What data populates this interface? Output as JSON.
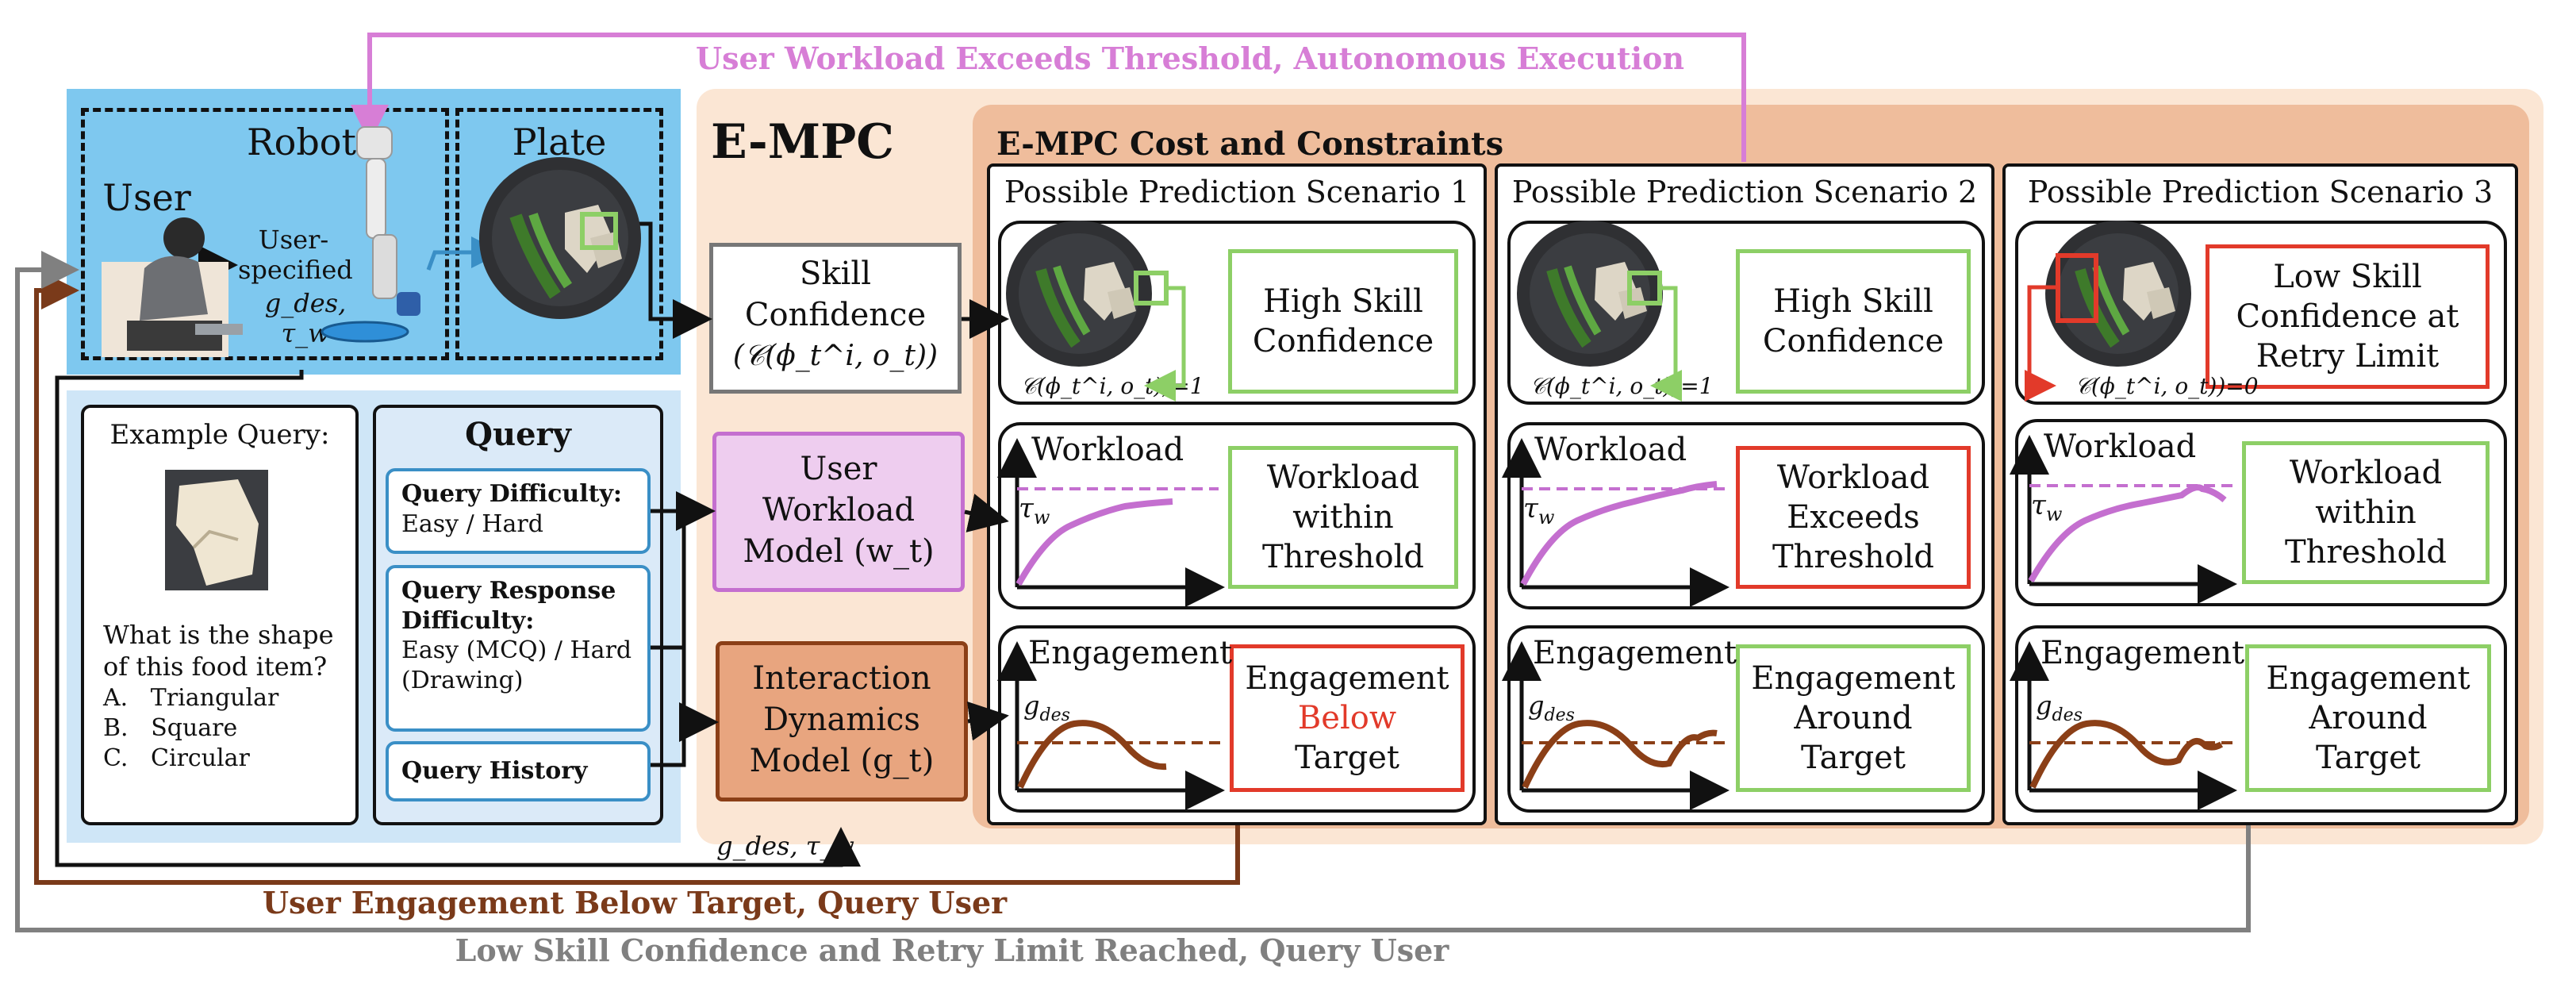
{
  "feedback_top": "User Workload Exceeds Threshold, Autonomous Execution",
  "feedback_engagement": "User Engagement Below Target, Query User",
  "feedback_confidence": "Low Skill Confidence and Retry Limit Reached, Query User",
  "setup": {
    "user": "User",
    "robot": "Robot",
    "plate": "Plate",
    "user_specified_line1": "User-",
    "user_specified_line2": "specified",
    "user_specified_params": "g_des, τ_w"
  },
  "example_query": {
    "title": "Example Query:",
    "question": "What is the shape of this food item?",
    "options": [
      "A.   Triangular",
      "B.   Square",
      "C.   Circular"
    ]
  },
  "query": {
    "title": "Query",
    "fields": [
      {
        "label": "Query Difficulty:",
        "value": "Easy / Hard"
      },
      {
        "label": "Query Response Difficulty:",
        "value": "Easy (MCQ) / Hard (Drawing)"
      },
      {
        "label": "Query History",
        "value": ""
      }
    ]
  },
  "empc": {
    "title": "E-MPC",
    "cost_title": "E-MPC Cost and Constraints",
    "models": [
      {
        "line1": "Skill",
        "line2": "Confidence",
        "line3": "(𝒞(ϕ_t^i, o_t))"
      },
      {
        "line1": "User",
        "line2": "Workload",
        "line3": "Model (w_t)"
      },
      {
        "line1": "Interaction",
        "line2": "Dynamics",
        "line3": "Model (g_t)"
      }
    ],
    "bottom_params": "g_des, τ_w"
  },
  "scenarios": [
    {
      "title": "Possible Prediction Scenario 1",
      "confidence_value": "𝒞(ϕ_t^i, o_t))=1",
      "confidence_result": "High Skill Confidence",
      "workload_label": "Workload",
      "workload_result": "Workload within Threshold",
      "engagement_label": "Engagement",
      "engagement_result_1": "Engagement",
      "engagement_result_2": "Below",
      "engagement_result_3": "Target"
    },
    {
      "title": "Possible Prediction Scenario 2",
      "confidence_value": "𝒞(ϕ_t^i, o_t))=1",
      "confidence_result": "High Skill Confidence",
      "workload_label": "Workload",
      "workload_result": "Workload Exceeds Threshold",
      "engagement_label": "Engagement",
      "engagement_result_1": "Engagement",
      "engagement_result_2": "Around",
      "engagement_result_3": "Target"
    },
    {
      "title": "Possible Prediction Scenario 3",
      "confidence_value": "𝒞(ϕ_t^i, o_t))=0",
      "confidence_result": "Low Skill Confidence at Retry Limit",
      "workload_label": "Workload",
      "workload_result": "Workload within Threshold",
      "engagement_label": "Engagement",
      "engagement_result_1": "Engagement",
      "engagement_result_2": "Around",
      "engagement_result_3": "Target"
    }
  ],
  "plot_labels": {
    "tau_w": "τ_w",
    "g_des": "g_des"
  },
  "colors": {
    "setup_bg": "#7ec8ef",
    "query_bg": "#cfe6f7",
    "empc_bg": "#fbe6d4",
    "cost_bg": "#efbd9c",
    "workload_model": "#eecdef",
    "dynamics_model": "#e8a57f",
    "ok_border": "#8dcf66",
    "bad_border": "#e23a2a",
    "workload_arrow": "#d77ed6",
    "engagement_arrow": "#7a3a1a",
    "confidence_arrow": "#808080",
    "workload_curve": "#c46fcf",
    "engagement_curve": "#8b3f17"
  }
}
